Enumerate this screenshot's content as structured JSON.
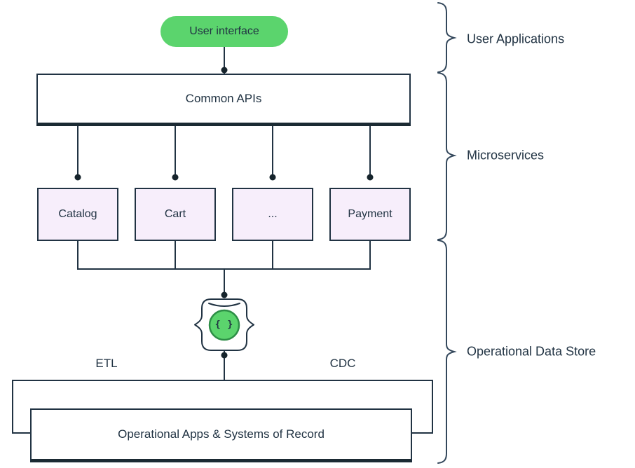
{
  "colors": {
    "bg": "#ffffff",
    "line": "#213343",
    "line_heavy": "#1b2a33",
    "brace": "#33475b",
    "dot": "#16242c",
    "green": "#5bd46d",
    "green_dark": "#2d8e46",
    "lavender": "#f7eefb",
    "text": "#213343"
  },
  "nodes": {
    "user_interface": "User interface",
    "common_apis": "Common APIs",
    "services": [
      {
        "label": "Catalog"
      },
      {
        "label": "Cart"
      },
      {
        "label": "..."
      },
      {
        "label": "Payment"
      }
    ],
    "etl": "ETL",
    "cdc": "CDC",
    "operational_apps": "Operational Apps & Systems of Record",
    "ods_icon": "json-document-braces-icon",
    "ods_icon_glyph": "{ }"
  },
  "group_labels": [
    {
      "label": "User Applications"
    },
    {
      "label": "Microservices"
    },
    {
      "label": "Operational Data Store"
    }
  ]
}
